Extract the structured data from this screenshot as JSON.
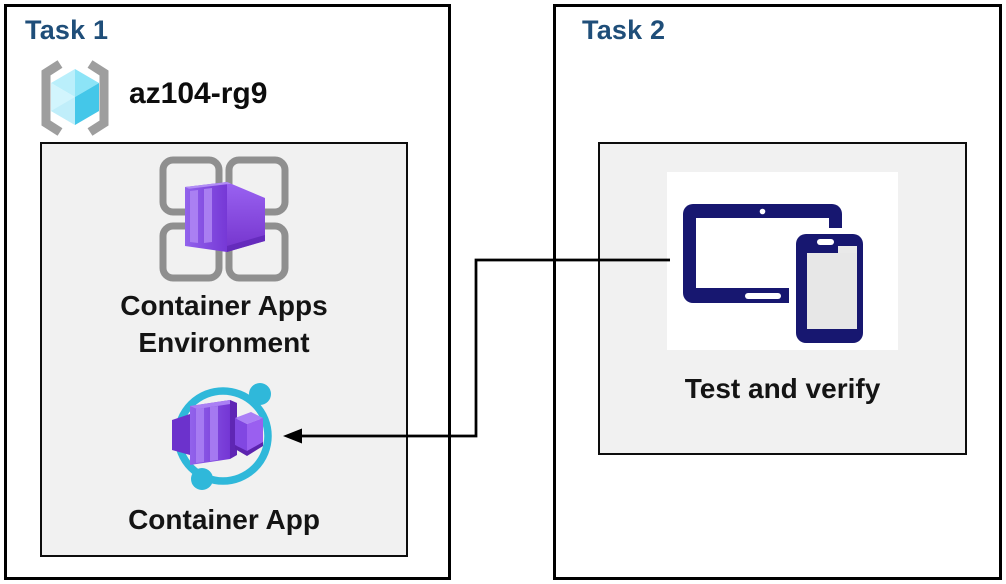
{
  "task1": {
    "title": "Task 1",
    "resource_group": {
      "name": "az104-rg9"
    },
    "items": [
      {
        "label": "Container Apps Environment",
        "icon": "container-apps-environment-icon"
      },
      {
        "label": "Container App",
        "icon": "container-app-icon"
      }
    ]
  },
  "task2": {
    "title": "Task 2",
    "items": [
      {
        "label": "Test and verify",
        "icon": "devices-icon"
      }
    ]
  },
  "connector": {
    "from_label": "Test and verify",
    "to_label": "Container App",
    "style": "elbow-arrow-left"
  },
  "colors": {
    "task_title_blue": "#1f4e79",
    "panel_gray": "#f1f1f1",
    "border_black": "#000000",
    "label_black": "#141414",
    "device_navy": "#171770",
    "container_purple": "#8a4fe8",
    "container_purple_light": "#a97ef3",
    "accent_cyan": "#2fb8da",
    "cube_cyan": "#8ce4f7",
    "bracket_gray": "#9e9e9e",
    "grid_gray": "#8f8f8f"
  }
}
